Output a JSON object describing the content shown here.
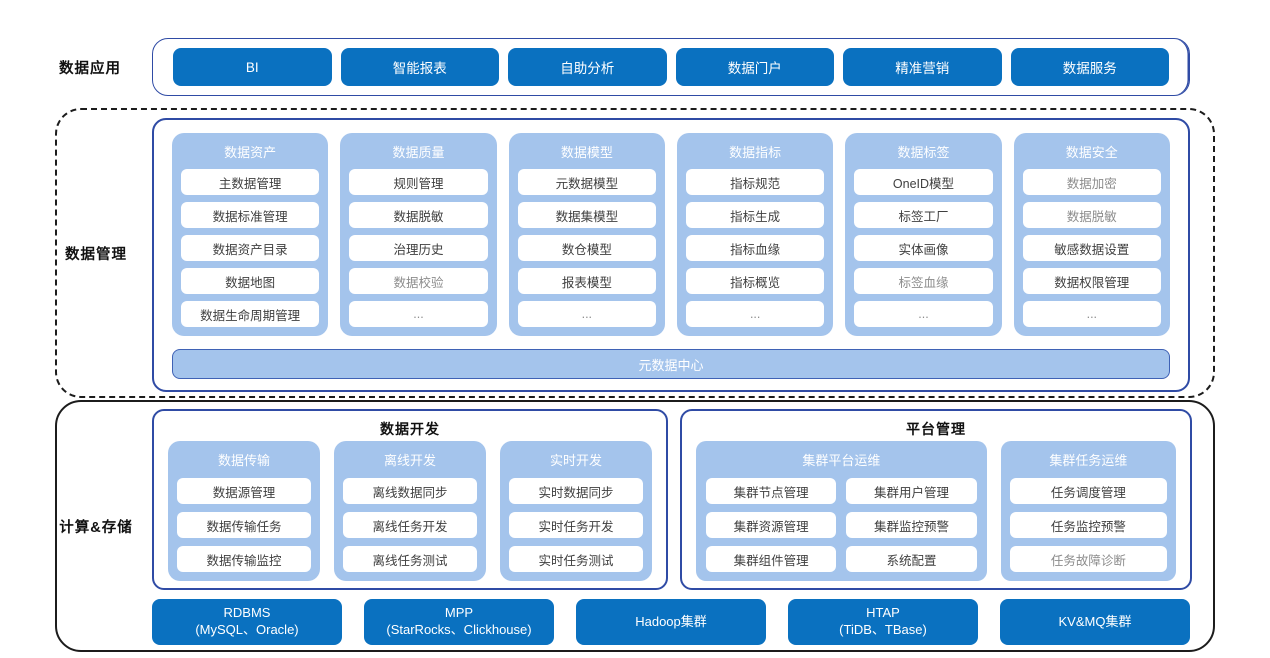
{
  "colors": {
    "primary_blue": "#0a71c0",
    "light_blue": "#a4c4ec",
    "border_blue": "#2f4ba5",
    "outer_border": "#1c1c1c",
    "item_text": "#3f3f3f",
    "muted_text": "#8c8c8c"
  },
  "sections": {
    "apps": {
      "label": "数据应用",
      "items": [
        "BI",
        "智能报表",
        "自助分析",
        "数据门户",
        "精准营销",
        "数据服务"
      ]
    },
    "management": {
      "label": "数据管理",
      "footer": "元数据中心",
      "columns": [
        {
          "header": "数据资产",
          "items": [
            {
              "label": "主数据管理"
            },
            {
              "label": "数据标准管理"
            },
            {
              "label": "数据资产目录"
            },
            {
              "label": "数据地图"
            },
            {
              "label": "数据生命周期管理"
            }
          ]
        },
        {
          "header": "数据质量",
          "items": [
            {
              "label": "规则管理"
            },
            {
              "label": "数据脱敏"
            },
            {
              "label": "治理历史"
            },
            {
              "label": "数据校验",
              "muted": true
            },
            {
              "label": "...",
              "muted": true
            }
          ]
        },
        {
          "header": "数据模型",
          "items": [
            {
              "label": "元数据模型"
            },
            {
              "label": "数据集模型"
            },
            {
              "label": "数仓模型"
            },
            {
              "label": "报表模型"
            },
            {
              "label": "...",
              "muted": true
            }
          ]
        },
        {
          "header": "数据指标",
          "items": [
            {
              "label": "指标规范"
            },
            {
              "label": "指标生成"
            },
            {
              "label": "指标血缘"
            },
            {
              "label": "指标概览"
            },
            {
              "label": "...",
              "muted": true
            }
          ]
        },
        {
          "header": "数据标签",
          "items": [
            {
              "label": "OneID模型"
            },
            {
              "label": "标签工厂"
            },
            {
              "label": "实体画像"
            },
            {
              "label": "标签血缘",
              "muted": true
            },
            {
              "label": "...",
              "muted": true
            }
          ]
        },
        {
          "header": "数据安全",
          "items": [
            {
              "label": "数据加密",
              "muted": true
            },
            {
              "label": "数据脱敏",
              "muted": true
            },
            {
              "label": "敏感数据设置"
            },
            {
              "label": "数据权限管理"
            },
            {
              "label": "...",
              "muted": true
            }
          ]
        }
      ]
    },
    "compute": {
      "label": "计算&存储",
      "dev": {
        "title": "数据开发",
        "columns": [
          {
            "header": "数据传输",
            "items": [
              {
                "label": "数据源管理"
              },
              {
                "label": "数据传输任务"
              },
              {
                "label": "数据传输监控"
              }
            ]
          },
          {
            "header": "离线开发",
            "items": [
              {
                "label": "离线数据同步"
              },
              {
                "label": "离线任务开发"
              },
              {
                "label": "离线任务测试"
              }
            ]
          },
          {
            "header": "实时开发",
            "items": [
              {
                "label": "实时数据同步"
              },
              {
                "label": "实时任务开发"
              },
              {
                "label": "实时任务测试"
              }
            ]
          }
        ]
      },
      "platform": {
        "title": "平台管理",
        "ops": {
          "header": "集群平台运维",
          "items": [
            {
              "label": "集群节点管理"
            },
            {
              "label": "集群用户管理"
            },
            {
              "label": "集群资源管理"
            },
            {
              "label": "集群监控预警"
            },
            {
              "label": "集群组件管理"
            },
            {
              "label": "系统配置"
            }
          ]
        },
        "tasks": {
          "header": "集群任务运维",
          "items": [
            {
              "label": "任务调度管理"
            },
            {
              "label": "任务监控预警"
            },
            {
              "label": "任务故障诊断",
              "muted": true
            }
          ]
        }
      },
      "storage": [
        {
          "line1": "RDBMS",
          "line2": "(MySQL、Oracle)"
        },
        {
          "line1": "MPP",
          "line2": "(StarRocks、Clickhouse)"
        },
        {
          "line1": "Hadoop集群"
        },
        {
          "line1": "HTAP",
          "line2": "(TiDB、TBase)"
        },
        {
          "line1": "KV&MQ集群"
        }
      ]
    }
  }
}
